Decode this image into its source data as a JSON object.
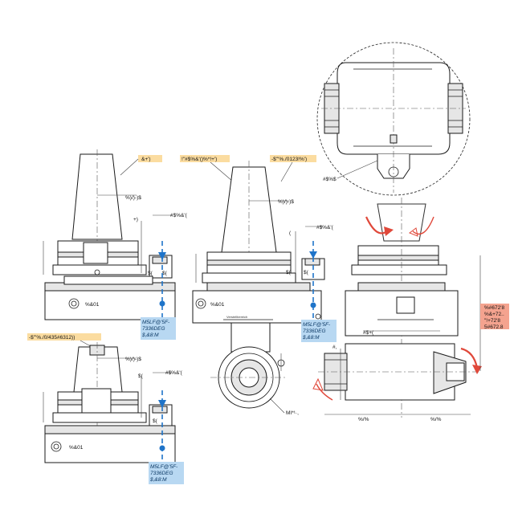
{
  "colors": {
    "tag_yellow": "#fbdca0",
    "tag_blue": "#b8d8f2",
    "tag_red": "#f4a38f",
    "axis_blue": "#1f74c9",
    "arrow_red": "#e0483a"
  },
  "top_view": {
    "callout": "#$%$"
  },
  "tool_a": {
    "tag": "&+')",
    "dim_top": "%)/)-)$",
    "dim_left": "+)",
    "dim_right": "#$%&'(",
    "mark_1": "$(",
    "mark_2": "$(",
    "mark_3": "$(",
    "side_label": "%&01",
    "blue_tag": [
      "M5LF@'5F-",
      "7336DEG",
      "$,&8:M"
    ]
  },
  "tool_b": {
    "tag_left": "!\"#$%&'()%*!+')",
    "tag_right": "-$'\"%./0123!%')",
    "dim_top": "%)/)-)$",
    "dim_left": "(",
    "dim_right": "#$%&'(",
    "mark_1": "$(",
    "mark_2": "$(",
    "mark_3": "$,",
    "side_label": "%&01",
    "blue_tag": [
      "M5LF@'5F-",
      "7336DEG",
      "$,&8:M"
    ],
    "scale_caption": "Verstellbereich",
    "pointer_label": "MI*¹·,"
  },
  "tool_c": {
    "tag": "-$'\"%./0/435#6312))",
    "dim_top": "%)/)-)$",
    "dim_right": "#$%&'(",
    "mark_1": "$(",
    "mark_2": "$(",
    "side_label": "%&01",
    "blue_tag": [
      "M5LF@'5F-",
      "7336DEG",
      "$,&8:M"
    ]
  },
  "tool_d": {
    "red_tag": [
      "%#672'8",
      "%&+72..",
      "\"!+72'8",
      "5#672.8"
    ],
    "dim_mid": "#$+(",
    "dim_left": "#,",
    "dim_bottom_left": "%/%",
    "dim_bottom_right": "%/%"
  }
}
